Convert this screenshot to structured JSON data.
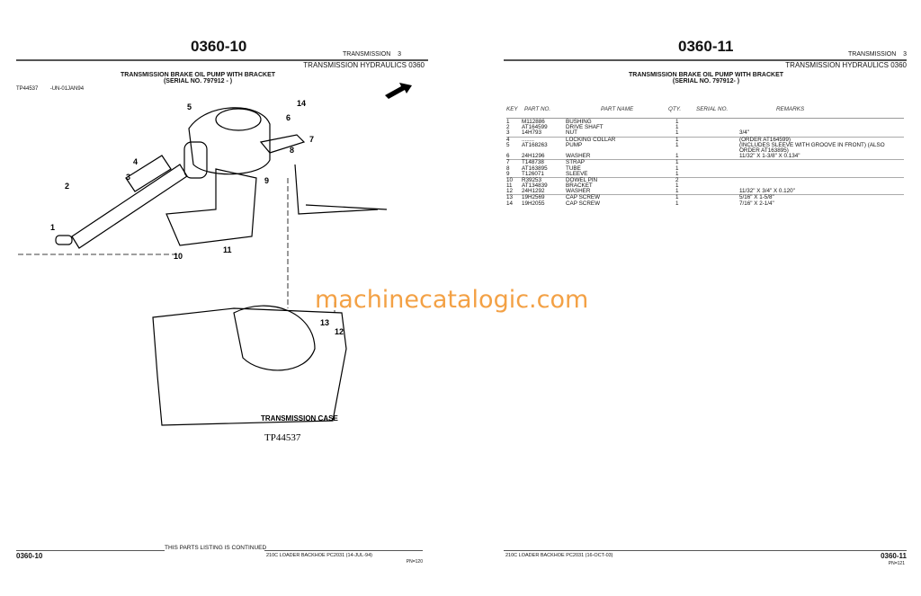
{
  "left_page": {
    "page_number": "0360-10",
    "section": "TRANSMISSION",
    "section_no": "3",
    "group": "TRANSMISSION HYDRAULICS 0360",
    "heading": "TRANSMISSION BRAKE OIL PUMP WITH BRACKET",
    "serial": "(SERIAL NO. 797912 -        )",
    "figure_ref": "TP44537",
    "figure_date": "-UN-01JAN94",
    "diagram": {
      "callouts": [
        "1",
        "2",
        "3",
        "4",
        "5",
        "6",
        "7",
        "8",
        "9",
        "10",
        "11",
        "12",
        "13",
        "14"
      ],
      "case_label": "TRANSMISSION CASE",
      "figure_id": "TP44537"
    },
    "continued": "THIS PARTS LISTING IS CONTINUED",
    "footer": "210C LOADER BACKHOE   PC2031   (14-JUL-94)",
    "pn": "PN=120"
  },
  "right_page": {
    "page_number": "0360-11",
    "section": "TRANSMISSION",
    "section_no": "3",
    "group": "TRANSMISSION HYDRAULICS 0360",
    "heading": "TRANSMISSION BRAKE OIL PUMP WITH BRACKET",
    "serial": "(SERIAL NO. 797912-        )",
    "columns": {
      "key": "KEY",
      "part_no": "PART NO.",
      "part_name": "PART NAME",
      "qty": "QTY.",
      "serial": "SERIAL NO.",
      "remarks": "REMARKS"
    },
    "rows": [
      {
        "key": "1",
        "part_no": "M112886",
        "name": "BUSHING",
        "qty": "1",
        "remarks": ""
      },
      {
        "key": "2",
        "part_no": "AT164599",
        "name": "DRIVE SHAFT",
        "qty": "1",
        "remarks": ""
      },
      {
        "key": "3",
        "part_no": "14H793",
        "name": "NUT",
        "qty": "1",
        "remarks": "3/4\""
      },
      {
        "key": "4",
        "part_no": "........",
        "name": "LOCKING COLLAR",
        "qty": "1",
        "remarks": "(ORDER AT164599)"
      },
      {
        "key": "5",
        "part_no": "AT168263",
        "name": "PUMP",
        "qty": "1",
        "remarks": "(INCLUDES SLEEVE WITH GROOVE IN FRONT) (ALSO\n  ORDER AT163895)"
      },
      {
        "key": "6",
        "part_no": "24H1296",
        "name": "WASHER",
        "qty": "1",
        "remarks": "11/32\" X 1-3/8\" X 0.134\""
      },
      {
        "key": "7",
        "part_no": "T148738",
        "name": "STRAP",
        "qty": "1",
        "remarks": ""
      },
      {
        "key": "8",
        "part_no": "AT163895",
        "name": "TUBE",
        "qty": "1",
        "remarks": ""
      },
      {
        "key": "9",
        "part_no": "T126071",
        "name": "SLEEVE",
        "qty": "1",
        "remarks": ""
      },
      {
        "key": "10",
        "part_no": "R39253",
        "name": "DOWEL PIN",
        "qty": "2",
        "remarks": ""
      },
      {
        "key": "11",
        "part_no": "AT134839",
        "name": "BRACKET",
        "qty": "1",
        "remarks": ""
      },
      {
        "key": "12",
        "part_no": "24H1292",
        "name": "WASHER",
        "qty": "1",
        "remarks": "11/32\" X 3/4\" X 0.120\""
      },
      {
        "key": "13",
        "part_no": "19H2569",
        "name": "CAP SCREW",
        "qty": "1",
        "remarks": "5/16\" X 1-5/8\""
      },
      {
        "key": "14",
        "part_no": "19H2055",
        "name": "CAP SCREW",
        "qty": "1",
        "remarks": "7/16\" X 2-1/4\""
      }
    ],
    "footer": "210C LOADER BACKHOE   PC2031   (16-OCT-03)",
    "pn": "PN=121"
  },
  "watermark": "machinecatalogic.com",
  "colors": {
    "watermark": "#f39c3c"
  }
}
